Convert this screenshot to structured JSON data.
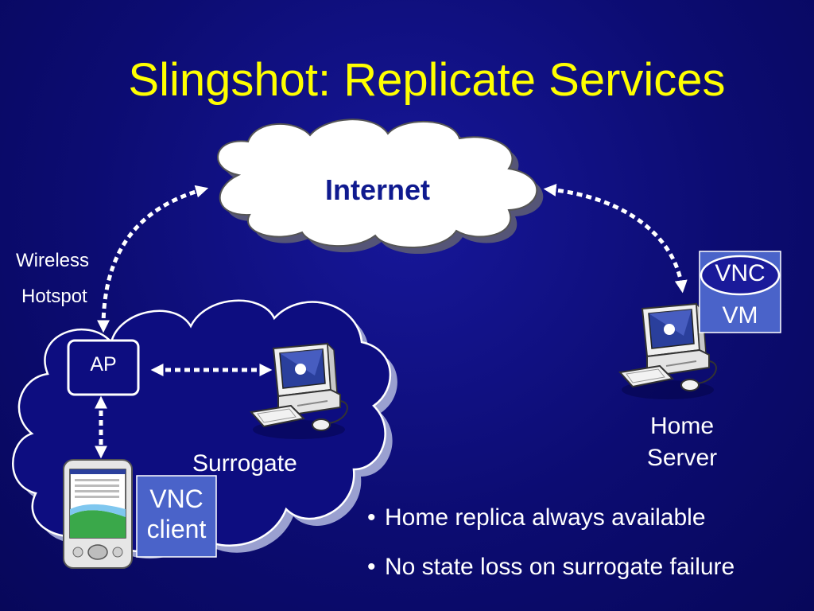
{
  "title": "Slingshot: Replicate Services",
  "internet_label": "Internet",
  "wireless_hotspot": {
    "line1": "Wireless",
    "line2": "Hotspot"
  },
  "ap_label": "AP",
  "surrogate_label": "Surrogate",
  "home_server_label": "Home Server",
  "vnc_vm": {
    "vnc": "VNC",
    "vm": "VM"
  },
  "vnc_client_label": "VNC client",
  "bullets": [
    {
      "bullet": "•",
      "text": "Home replica always available"
    },
    {
      "bullet": "•",
      "text": "No state loss on surrogate failure"
    }
  ],
  "colors": {
    "title": "#ffff00",
    "background": "#0c0c72",
    "internet_cloud": "#ffffff",
    "hotspot_cloud": "#0d0d80",
    "vnc_box": "#4a63c9",
    "arrows": "#ffffff"
  },
  "icons": [
    "desktop-computer-icon",
    "pocket-pc-icon"
  ]
}
